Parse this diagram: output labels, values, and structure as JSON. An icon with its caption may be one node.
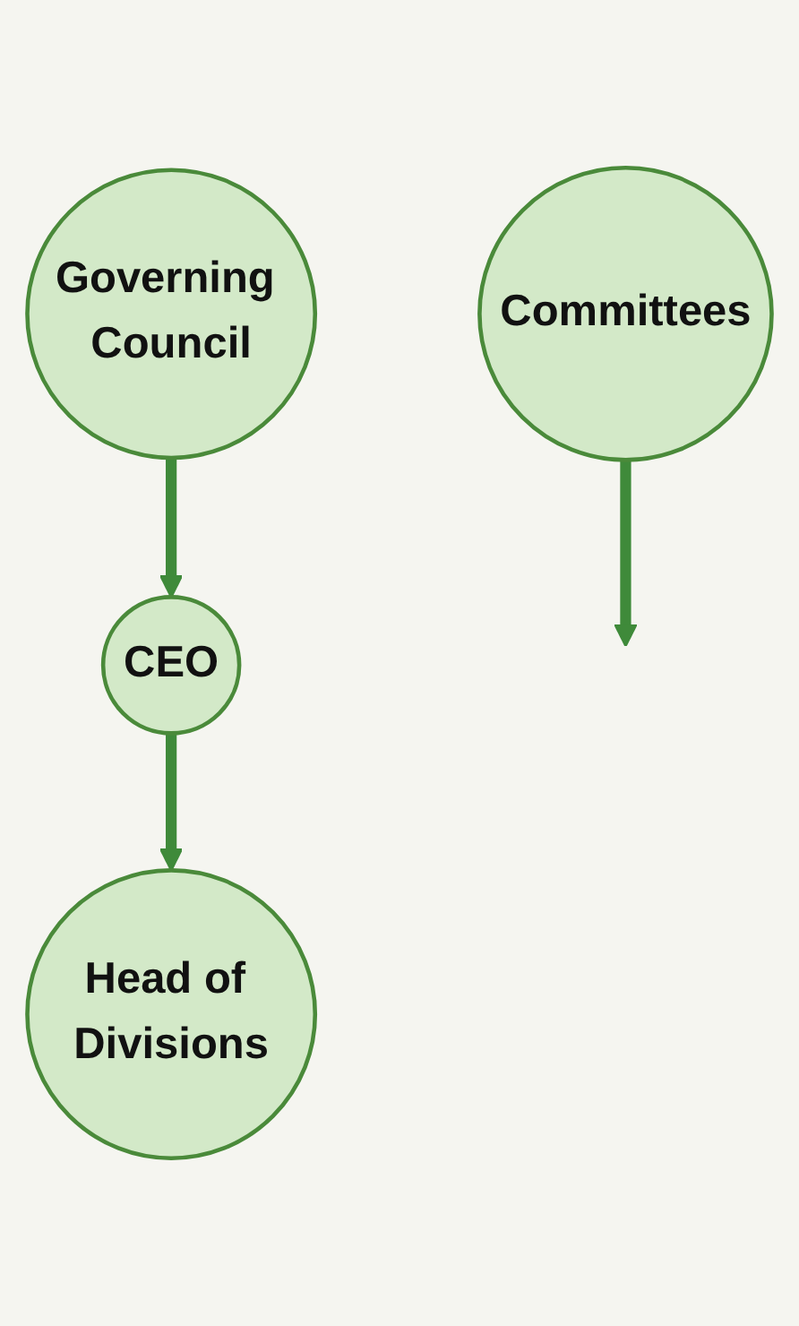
{
  "diagram": {
    "nodes": [
      {
        "text": [
          "Governing Council"
        ]
      },
      {
        "text": [
          "CEO"
        ]
      },
      {
        "text": [
          "Head of Divisions"
        ]
      },
      {
        "text": [
          "Committees"
        ]
      }
    ],
    "edges": [
      {
        "from": 0,
        "to": 1,
        "arrow": "to"
      },
      {
        "from": 3,
        "to": null,
        "arrow": "to"
      },
      {
        "from": 1,
        "to": 2,
        "arrow": "to"
      }
    ]
  }
}
